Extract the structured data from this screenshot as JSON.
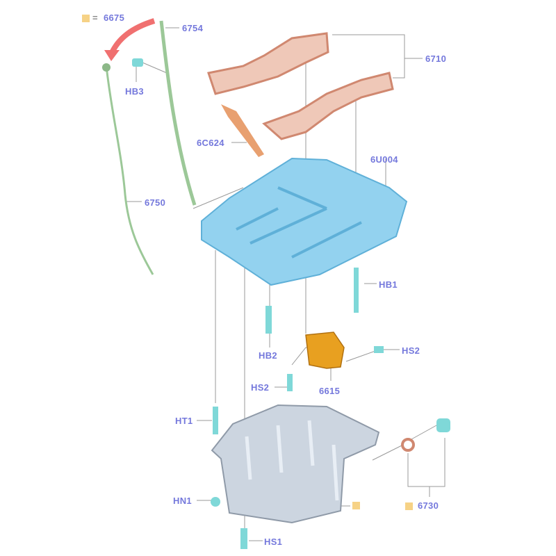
{
  "legend": {
    "symbol_meaning": "=",
    "code": "6675"
  },
  "colors": {
    "label": "#7478dc",
    "marker": "#f6d286",
    "gasket": "#e0a080",
    "frame": "#8fd0ec",
    "pan": "#c9d3e0",
    "pump": "#e8a020",
    "dipstick": "#a8d0a0",
    "fastener": "#7fd8d8"
  },
  "callouts": {
    "c6754": "6754",
    "c6710": "6710",
    "hb3": "HB3",
    "c6c624": "6C624",
    "c6u004": "6U004",
    "c6750": "6750",
    "hb1": "HB1",
    "hb2": "HB2",
    "hs2_right": "HS2",
    "hs2_left": "HS2",
    "c6615": "6615",
    "ht1": "HT1",
    "hn1": "HN1",
    "hs1": "HS1",
    "c6730": "6730"
  }
}
